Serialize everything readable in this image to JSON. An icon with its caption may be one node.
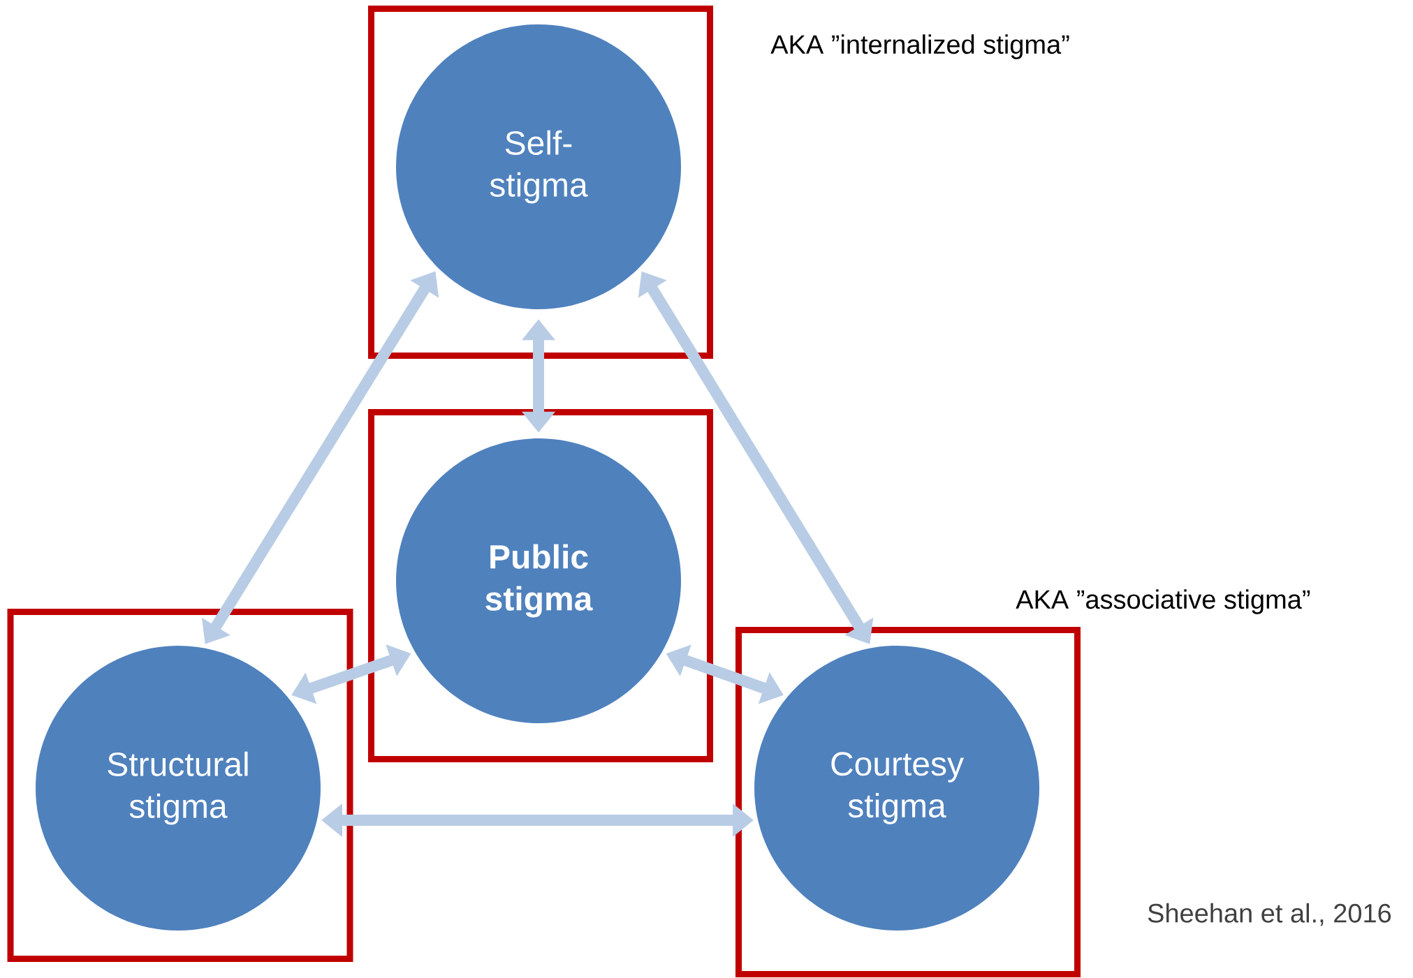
{
  "diagram": {
    "nodes": [
      {
        "text": [],
        "shape": "box"
      },
      {
        "text": [
          "Self- stigma"
        ],
        "in": 0,
        "beside": [
          "AKA ”internalized stigma”"
        ]
      },
      {
        "text": [],
        "shape": "box"
      },
      {
        "text": [
          "Public stigma"
        ],
        "in": 2
      },
      {
        "text": [],
        "shape": "box"
      },
      {
        "text": [
          "Structural stigma"
        ],
        "in": 4
      },
      {
        "text": [],
        "shape": "box"
      },
      {
        "text": [
          "Courtesy stigma"
        ],
        "in": 6,
        "beside": [
          "AKA ”associative stigma”"
        ]
      }
    ],
    "edges": [
      {
        "from": 3,
        "to": 1,
        "arrow": "both"
      },
      {
        "from": 1,
        "to": 5,
        "arrow": "both"
      },
      {
        "from": 1,
        "to": 7,
        "arrow": "both"
      },
      {
        "from": 3,
        "to": 5,
        "arrow": "both"
      },
      {
        "from": 3,
        "to": 7,
        "arrow": "both"
      },
      {
        "from": 5,
        "to": 7,
        "arrow": "both"
      }
    ],
    "labels": [
      "Sheehan et al., 2016"
    ]
  }
}
